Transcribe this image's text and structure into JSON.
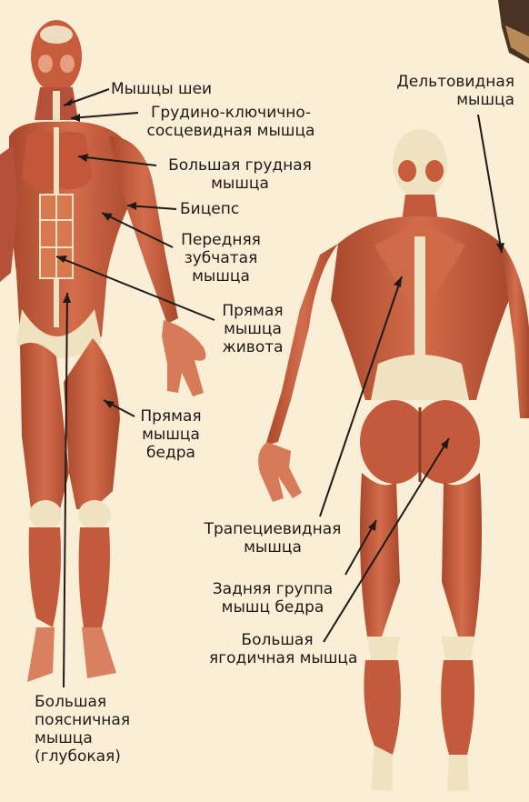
{
  "colors": {
    "background": "#fbeed6",
    "muscle_dark": "#a8482c",
    "muscle_mid": "#c85f3f",
    "muscle_light": "#e08a66",
    "tendon": "#efe2c0",
    "leader_line": "#1e1a18",
    "corner_object": "#4a3323"
  },
  "figures": {
    "front": "anterior muscular figure",
    "back": "posterior muscular figure"
  },
  "labels": {
    "neck_muscles": "Мышцы шеи",
    "sternocleidomastoid": [
      "Грудино-ключично-",
      "сосцевидная мышца"
    ],
    "pectoralis_major": [
      "Большая грудная",
      "мышца"
    ],
    "biceps": "Бицепс",
    "serratus_anterior": [
      "Передняя",
      "зубчатая",
      "мышца"
    ],
    "rectus_abdominis": [
      "Прямая",
      "мышца",
      "живота"
    ],
    "rectus_femoris": [
      "Прямая",
      "мышца",
      "бедра"
    ],
    "psoas_major": [
      "Большая",
      "поясничная",
      "мышца",
      "(глубокая)"
    ],
    "deltoid": [
      "Дельтовидная",
      "мышца"
    ],
    "trapezius": [
      "Трапециевидная",
      "мышца"
    ],
    "hamstrings": [
      "Задняя группа",
      "мышц бедра"
    ],
    "gluteus_maximus": [
      "Большая",
      "ягодичная мышца"
    ]
  }
}
